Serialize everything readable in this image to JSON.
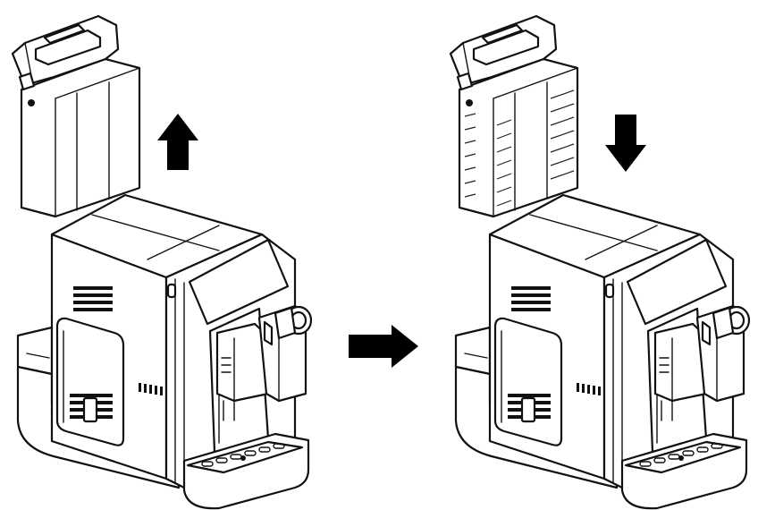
{
  "figure": {
    "steps": [
      {
        "action": "remove-water-tank",
        "arrow": "up",
        "tank_markings": false
      },
      {
        "action": "reinsert-water-tank",
        "arrow": "down",
        "tank_markings": true
      }
    ],
    "transition_arrow": "right"
  },
  "colors": {
    "ink": "#111111",
    "paper": "#ffffff",
    "arrow": "#000000"
  }
}
